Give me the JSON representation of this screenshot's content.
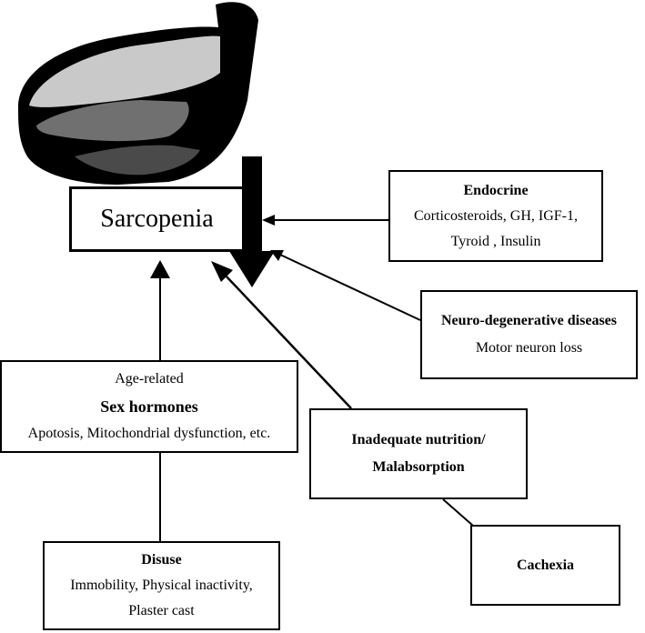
{
  "sarcopenia": {
    "label": "Sarcopenia"
  },
  "endocrine": {
    "title": "Endocrine",
    "line1": "Corticosteroids, GH, IGF-1,",
    "line2": "Tyroid , Insulin"
  },
  "neuro": {
    "title": "Neuro-degenerative diseases",
    "line1": "Motor neuron loss"
  },
  "sex_hormones": {
    "pre": "Age-related",
    "title": "Sex hormones",
    "line1": "Apotosis, Mitochondrial dysfunction, etc."
  },
  "nutrition": {
    "line1": "Inadequate nutrition/",
    "line2": "Malabsorption"
  },
  "cachexia": {
    "label": "Cachexia"
  },
  "disuse": {
    "title": "Disuse",
    "line1": "Immobility, Physical inactivity,",
    "line2": "Plaster cast"
  },
  "icons": {
    "muscle": "flexed-arm-muscle-icon"
  }
}
